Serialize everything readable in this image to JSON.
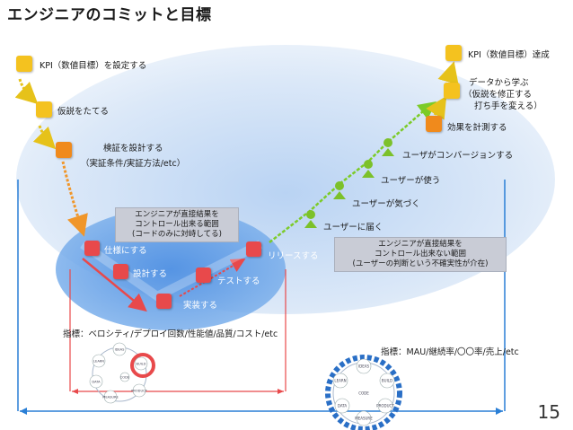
{
  "title": "エンジニアのコミットと目標",
  "left_steps": [
    {
      "label": "KPI（数値目標）を設定する"
    },
    {
      "label": "仮説をたてる"
    },
    {
      "label": "検証を設計する",
      "sub": "（実証条件/実証方法/etc）"
    }
  ],
  "inner_box": {
    "line1": "エンジニアが直接結果を",
    "line2": "コントロール出来る範囲",
    "line3": "(コードのみに対峙してる)"
  },
  "dev_steps": [
    "仕様にする",
    "設計する",
    "テストする",
    "実装する"
  ],
  "release": "リリースする",
  "outer_box": {
    "line1": "エンジニアが直接結果を",
    "line2": "コントロール出来ない範囲",
    "line3": "(ユーザーの判断という不確実性が介在)"
  },
  "user_steps": [
    "ユーザーに届く",
    "ユーザーが気づく",
    "ユーザーが使う",
    "ユーザがコンバージョンする"
  ],
  "right_steps": [
    {
      "label": "効果を計測する"
    },
    {
      "label": "データから学ぶ",
      "sub1": "（仮説を修正する",
      "sub2": "打ち手を変える）"
    },
    {
      "label": "KPI（数値目標）達成"
    }
  ],
  "metrics_left": "指標：ベロシティ/デプロイ回数/性能値/品質/コスト/etc",
  "metrics_right": "指標：MAU/継続率/〇〇率/売上/etc",
  "cycle_left": [
    "LEARN",
    "IDEAS",
    "BUILD",
    "CODE",
    "DATA",
    "MEASURE",
    "PRODUCT"
  ],
  "cycle_right": [
    "LEARN",
    "IDEAS",
    "BUILD",
    "CODE",
    "DATA",
    "MEASURE",
    "PRODUCT"
  ],
  "page_number": "15",
  "colors": {
    "ellipse_outer": "#cfe0f6",
    "ellipse_inner": "#6ea8e8",
    "arrow_orange": "#f0962a",
    "arrow_green": "#7ccb28",
    "arrow_red": "#e8494b",
    "person_green": "#7cc12a"
  }
}
